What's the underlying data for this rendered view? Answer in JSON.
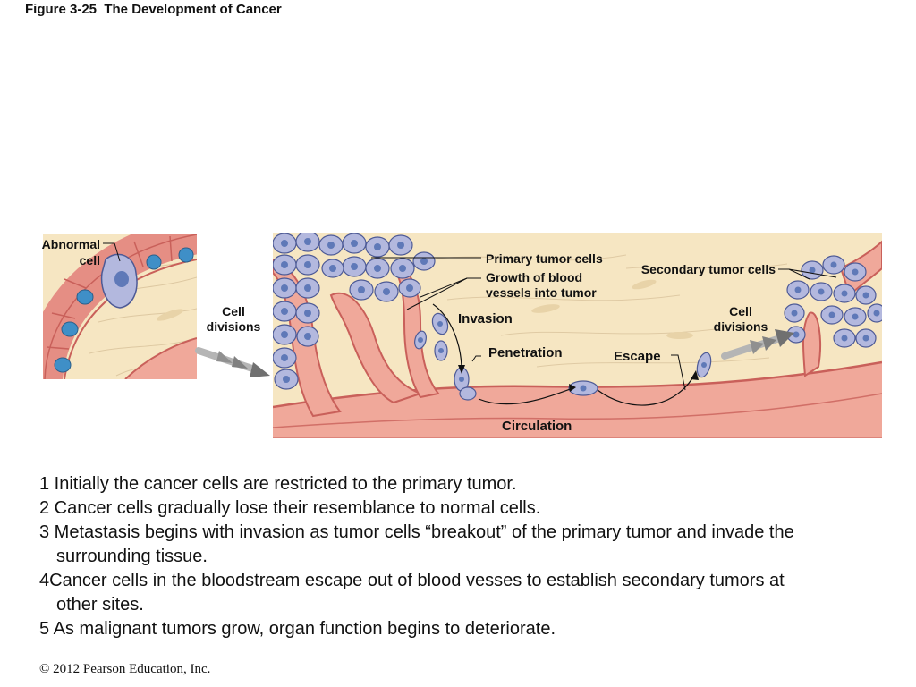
{
  "title": "Figure 3-25  The Development of Cancer",
  "labels": {
    "abnormal_cell_1": "Abnormal",
    "abnormal_cell_2": "cell",
    "cell_divisions_left_1": "Cell",
    "cell_divisions_left_2": "divisions",
    "primary_tumor_cells": "Primary tumor cells",
    "growth_vessels_1": "Growth of blood",
    "growth_vessels_2": "vessels into tumor",
    "invasion": "Invasion",
    "penetration": "Penetration",
    "escape": "Escape",
    "circulation": "Circulation",
    "secondary_tumor_cells": "Secondary tumor cells",
    "cell_divisions_right_1": "Cell",
    "cell_divisions_right_2": "divisions"
  },
  "points": [
    "1 Initially the cancer cells are restricted to the primary tumor.",
    "2 Cancer cells gradually lose their resemblance to normal cells.",
    "3 Metastasis begins with invasion as tumor cells “breakout” of the primary tumor and invade the surrounding tissue.",
    "4Cancer cells in the bloodstream escape out of blood vesses to establish secondary tumors at other sites.",
    "5 As malignant tumors grow, organ function begins to deteriorate."
  ],
  "copyright": "© 2012 Pearson Education, Inc.",
  "colors": {
    "tissue": "#f6e6c2",
    "vessel": "#f0a89a",
    "vessel_wall": "#c9605a",
    "tumor_cell": "#b3b8de",
    "tumor_nucleus": "#5f79b8",
    "normal_cell": "#e58e84",
    "normal_nucleus": "#3f8fc7"
  }
}
